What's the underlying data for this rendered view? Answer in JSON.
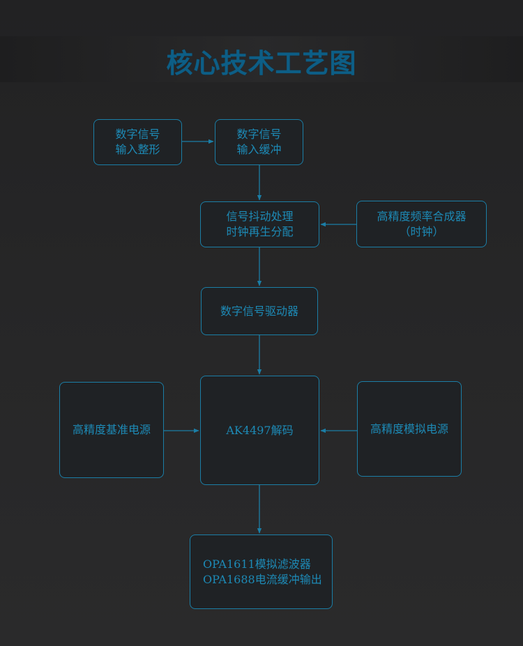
{
  "title": "核心技术工艺图",
  "nodes": {
    "input_shaping": {
      "line1": "数字信号",
      "line2": "输入整形"
    },
    "input_buffer": {
      "line1": "数字信号",
      "line2": "输入缓冲"
    },
    "jitter": {
      "line1": "信号抖动处理",
      "line2": "时钟再生分配"
    },
    "synth": {
      "line1": "高精度频率合成器",
      "line2": "（时钟）"
    },
    "driver": {
      "line1": "数字信号驱动器"
    },
    "ref_power": {
      "line1": "高精度基准电源"
    },
    "decoder": {
      "line1": "AK4497解码"
    },
    "analog_power": {
      "line1": "高精度模拟电源"
    },
    "output": {
      "line1": "OPA1611模拟滤波器",
      "line2": "OPA1688电流缓冲输出"
    }
  },
  "colors": {
    "line": "#1b7ea6",
    "text": "#1d8ab6",
    "title": "#0d5e86"
  }
}
